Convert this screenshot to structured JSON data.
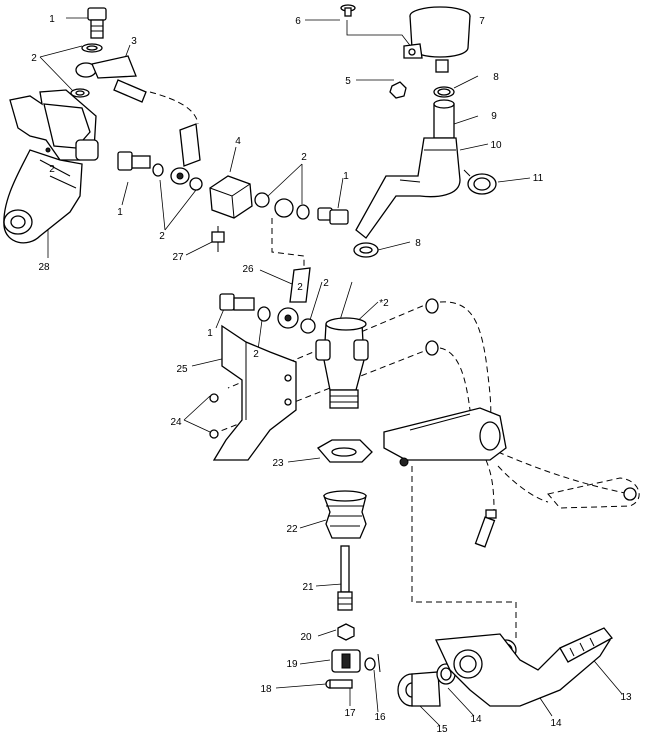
{
  "callouts": [
    {
      "id": "c1a",
      "label": "1"
    },
    {
      "id": "c2a",
      "label": "2"
    },
    {
      "id": "c3",
      "label": "3"
    },
    {
      "id": "c6",
      "label": "6"
    },
    {
      "id": "c7",
      "label": "7"
    },
    {
      "id": "c5",
      "label": "5"
    },
    {
      "id": "c8a",
      "label": "8"
    },
    {
      "id": "c9",
      "label": "9"
    },
    {
      "id": "c10",
      "label": "10"
    },
    {
      "id": "c11",
      "label": "11"
    },
    {
      "id": "c4",
      "label": "4"
    },
    {
      "id": "c2b",
      "label": "2"
    },
    {
      "id": "c1b",
      "label": "1"
    },
    {
      "id": "c1c",
      "label": "1"
    },
    {
      "id": "c2c",
      "label": "2"
    },
    {
      "id": "c2d",
      "label": "2"
    },
    {
      "id": "c8b",
      "label": "8"
    },
    {
      "id": "c27",
      "label": "27"
    },
    {
      "id": "c28",
      "label": "28"
    },
    {
      "id": "c26",
      "label": "26"
    },
    {
      "id": "c2e",
      "label": "2"
    },
    {
      "id": "c1d",
      "label": "1"
    },
    {
      "id": "c2f",
      "label": "*2"
    },
    {
      "id": "c2g",
      "label": "2"
    },
    {
      "id": "c25",
      "label": "25"
    },
    {
      "id": "c24",
      "label": "24"
    },
    {
      "id": "c23",
      "label": "23"
    },
    {
      "id": "c22",
      "label": "22"
    },
    {
      "id": "c21",
      "label": "21"
    },
    {
      "id": "c20",
      "label": "20"
    },
    {
      "id": "c19",
      "label": "19"
    },
    {
      "id": "c18",
      "label": "18"
    },
    {
      "id": "c17",
      "label": "17"
    },
    {
      "id": "c16",
      "label": "16"
    },
    {
      "id": "c15",
      "label": "15"
    },
    {
      "id": "c14a",
      "label": "14"
    },
    {
      "id": "c14b",
      "label": "14"
    },
    {
      "id": "c13",
      "label": "13"
    },
    {
      "id": "c2h",
      "label": "2"
    }
  ]
}
